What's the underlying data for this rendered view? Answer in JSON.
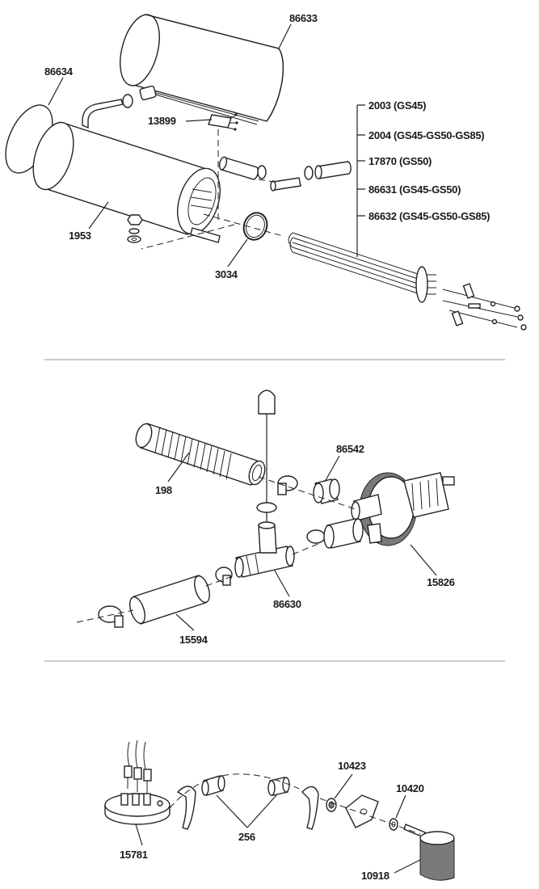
{
  "sections": {
    "heater": {
      "labels": {
        "p86633": "86633",
        "p86634": "86634",
        "p13899": "13899",
        "p1953": "1953",
        "p3034": "3034",
        "p2003": "2003 (GS45)",
        "p2004": "2004 (GS45-GS50-GS85)",
        "p17870": "17870 (GS50)",
        "p86631": "86631 (GS45-GS50)",
        "p86632": "86632 (GS45-GS50-GS85)"
      }
    },
    "pump": {
      "labels": {
        "p198": "198",
        "p86542": "86542",
        "p15826": "15826",
        "p86630": "86630",
        "p15594": "15594"
      }
    },
    "switch": {
      "labels": {
        "p10423": "10423",
        "p10420": "10420",
        "p256": "256",
        "p15781": "15781",
        "p10918": "10918"
      }
    }
  }
}
